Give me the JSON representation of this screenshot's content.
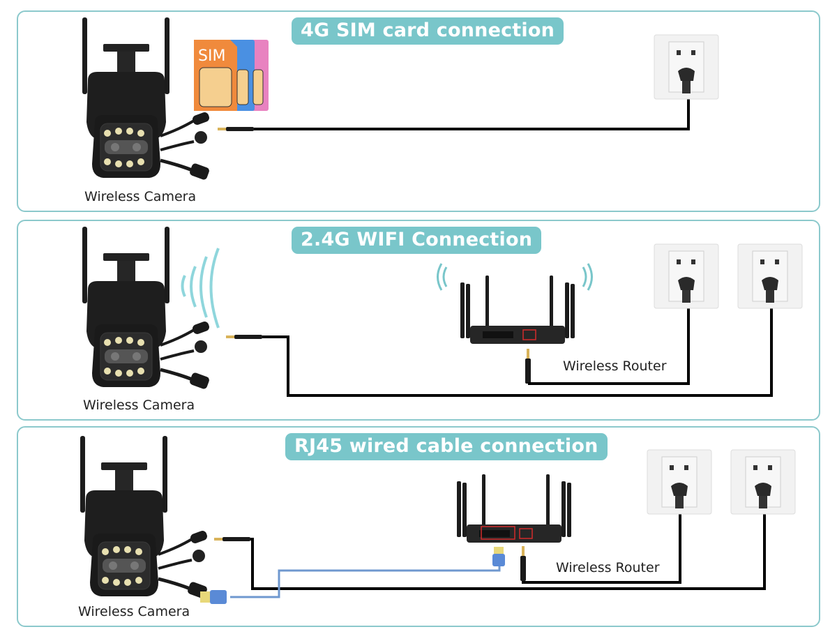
{
  "diagram": {
    "panels": [
      {
        "title": "4G SIM card connection",
        "camera_label": "Wireless Camera",
        "sim_label": "SIM",
        "outlets": 1
      },
      {
        "title": "2.4G WIFI Connection",
        "camera_label": "Wireless Camera",
        "router_label": "Wireless Router",
        "outlets": 2
      },
      {
        "title": "RJ45 wired cable connection",
        "camera_label": "Wireless Camera",
        "router_label": "Wireless Router",
        "outlets": 2
      }
    ],
    "colors": {
      "accent": "#79c6ca",
      "border": "#8cc9cc",
      "cable": "#000000",
      "ethernet_cable": "#6f98cf",
      "sim_orange": "#f08a3c",
      "sim_blue": "#4a90e2",
      "sim_pink": "#e882c0",
      "port_highlight": "#d22b2b"
    }
  }
}
